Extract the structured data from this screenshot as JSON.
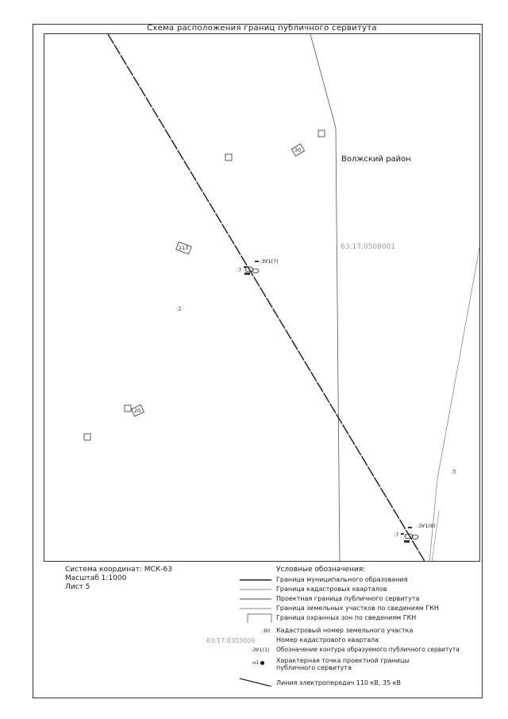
{
  "title": "Схема расположения границ публичного сервитута",
  "map": {
    "district_label": "Волжский район",
    "quarter_label": "63:17:0508001",
    "parcel_labels": [
      "30",
      "113",
      "20"
    ],
    "small_labels": [
      ":2",
      ":5"
    ],
    "servitude_contours": [
      {
        "code": ":ЗУ1(7)",
        "parcel_ref": ":7"
      },
      {
        "code": ":ЗУ1(8)",
        "parcel_ref": ":7"
      }
    ]
  },
  "info": {
    "coord_system": "Система координат: МСК-63",
    "scale": "Масштаб 1:1000",
    "sheet": "Лист 5"
  },
  "legend": {
    "title": "Условные обозначения:",
    "items": [
      {
        "label": "Граница муниципального образования"
      },
      {
        "label": "Граница кадастровых кварталов"
      },
      {
        "label": "Проектная граница публичного сервитута"
      },
      {
        "label": "Граница земельных участков по сведениям ГКН"
      },
      {
        "label": "Граница охранных зон по сведениям ГКН"
      },
      {
        "label": "Кадастровый номер земельного участка",
        "sample": ":80"
      },
      {
        "label": "Номер кадастрового квартала",
        "sample": "63:17:0303009"
      },
      {
        "label": "Обозначение контура образуемого публичного сервитута",
        "sample": ":ЗУ1(1)"
      },
      {
        "label": "Характерная точка проектной границы публичного сервитута",
        "sample": "н1"
      },
      {
        "label": "Линия электропередач 110 кВ, 35 кВ"
      }
    ]
  }
}
